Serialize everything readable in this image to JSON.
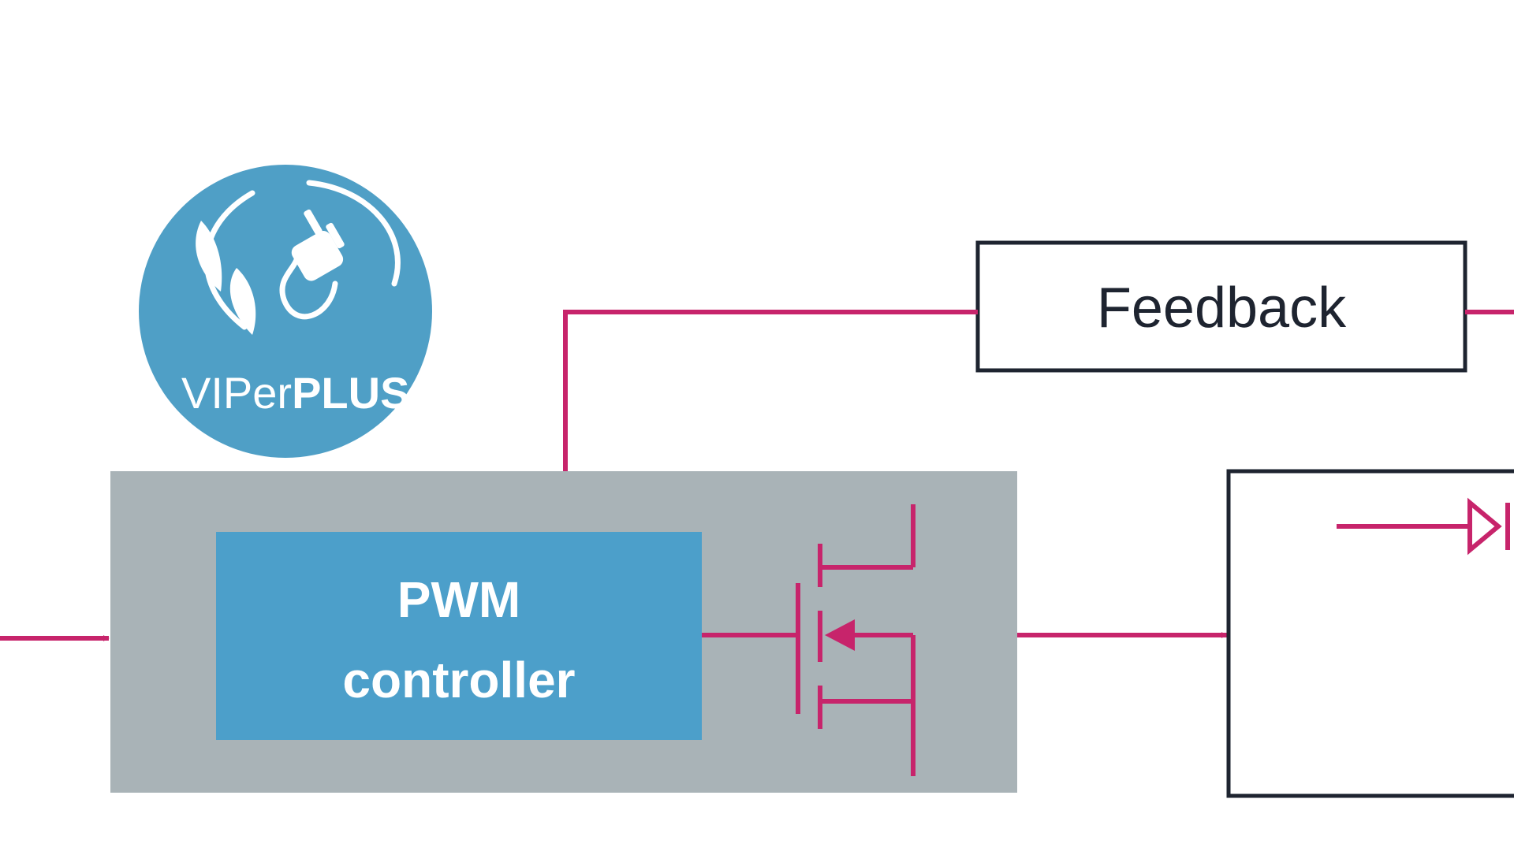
{
  "logo": {
    "text_light": "VIPer",
    "text_bold": "PLUS",
    "icon": "plug-leaves-icon",
    "color": "#4f9fc6"
  },
  "ic_block": {
    "color": "#a9b3b7"
  },
  "pwm": {
    "line1": "PWM",
    "line2": "controller",
    "color": "#4c9fca"
  },
  "feedback": {
    "label": "Feedback"
  },
  "colors": {
    "wire": "#c7246b",
    "border": "#1e2430"
  }
}
